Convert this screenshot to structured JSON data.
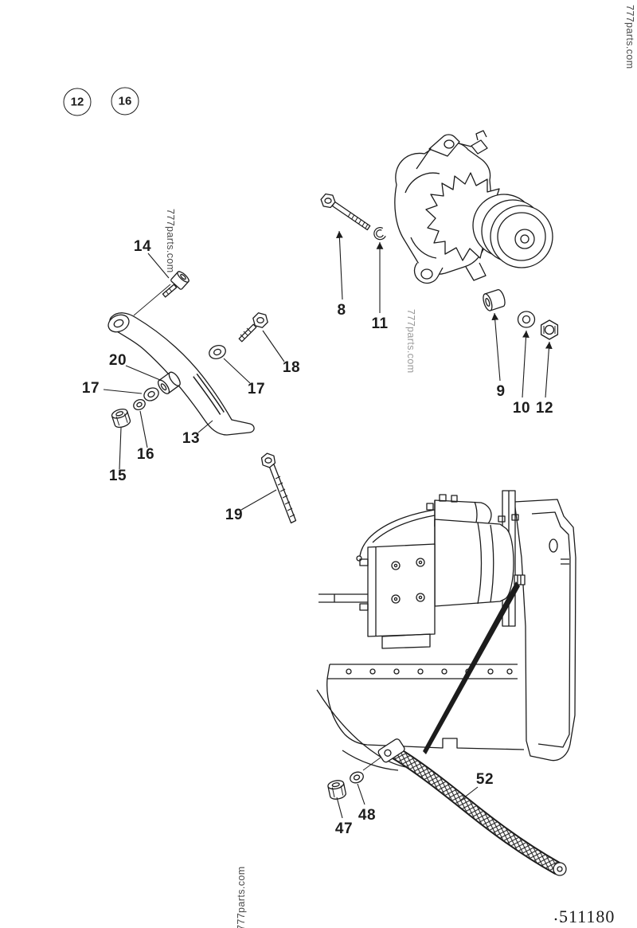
{
  "page": {
    "background": "#ffffff",
    "ink": "#1c1c1c",
    "watermark_gray": "#9a9a9a"
  },
  "watermark": {
    "text": "777parts.com"
  },
  "reference_badges": [
    {
      "label": "12"
    },
    {
      "label": "16"
    }
  ],
  "callouts": [
    {
      "part": "14",
      "label": "14"
    },
    {
      "part": "20",
      "label": "20"
    },
    {
      "part": "17-left",
      "label": "17"
    },
    {
      "part": "16",
      "label": "16"
    },
    {
      "part": "15",
      "label": "15"
    },
    {
      "part": "13",
      "label": "13"
    },
    {
      "part": "17-right",
      "label": "17"
    },
    {
      "part": "18",
      "label": "18"
    },
    {
      "part": "19",
      "label": "19"
    },
    {
      "part": "8",
      "label": "8"
    },
    {
      "part": "11",
      "label": "11"
    },
    {
      "part": "9",
      "label": "9"
    },
    {
      "part": "10",
      "label": "10"
    },
    {
      "part": "12",
      "label": "12"
    },
    {
      "part": "47",
      "label": "47"
    },
    {
      "part": "48",
      "label": "48"
    },
    {
      "part": "52",
      "label": "52"
    }
  ],
  "footer": {
    "doc_number": "511180"
  }
}
